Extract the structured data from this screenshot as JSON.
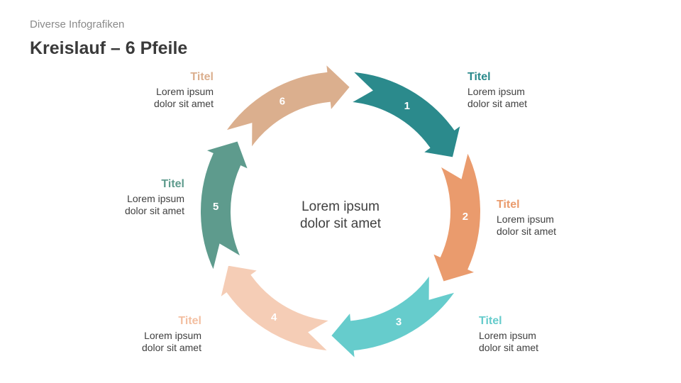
{
  "header": {
    "subtitle": "Diverse Infografiken",
    "title": "Kreislauf – 6 Pfeile"
  },
  "center": {
    "line1": "Lorem ipsum",
    "line2": "dolor sit amet"
  },
  "segments": [
    {
      "number": "1",
      "title": "Titel",
      "line1": "Lorem ipsum",
      "line2": "dolor sit amet",
      "color": "#2b8a8c"
    },
    {
      "number": "2",
      "title": "Titel",
      "line1": "Lorem ipsum",
      "line2": "dolor sit amet",
      "color": "#ea9b6d"
    },
    {
      "number": "3",
      "title": "Titel",
      "line1": "Lorem ipsum",
      "line2": "dolor sit amet",
      "color": "#66cccc"
    },
    {
      "number": "4",
      "title": "Titel",
      "line1": "Lorem ipsum",
      "line2": "dolor sit amet",
      "color": "#f5cdb6"
    },
    {
      "number": "5",
      "title": "Titel",
      "line1": "Lorem ipsum",
      "line2": "dolor sit amet",
      "color": "#5e9b8d"
    },
    {
      "number": "6",
      "title": "Titel",
      "line1": "Lorem ipsum",
      "line2": "dolor sit amet",
      "color": "#dbaf8e"
    }
  ]
}
